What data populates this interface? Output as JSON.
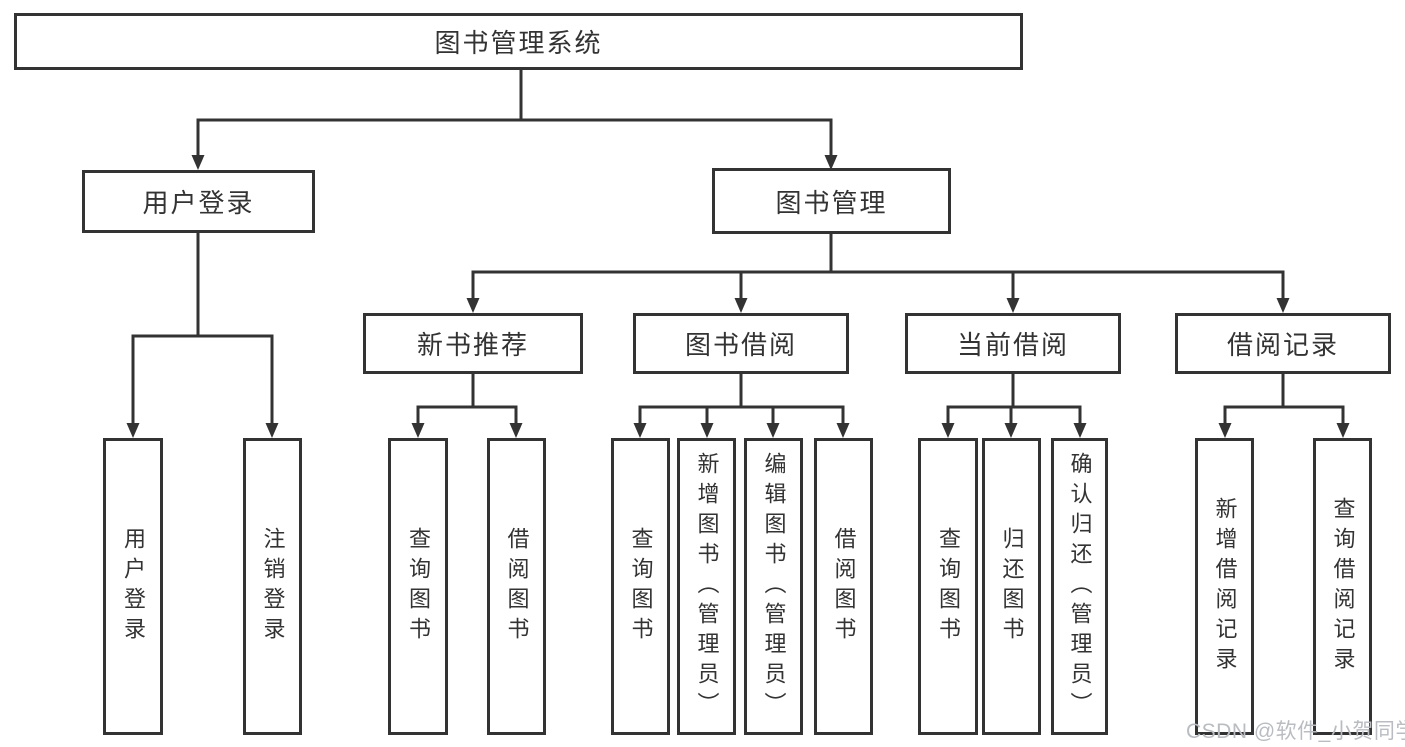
{
  "diagram": {
    "title": "图书管理系统",
    "watermark": "CSDN @软件_小贺同学",
    "colors": {
      "background": "#ffffff",
      "box_fill": "#ffffff",
      "box_border": "#333333",
      "line": "#333333",
      "text": "#333333",
      "watermark": "#b9bcc1"
    },
    "nodes": [
      {
        "id": "root",
        "label": "图书管理系统",
        "level": 1,
        "parent": null
      },
      {
        "id": "user-login",
        "label": "用户登录",
        "level": 2,
        "parent": "root"
      },
      {
        "id": "book-management",
        "label": "图书管理",
        "level": 2,
        "parent": "root"
      },
      {
        "id": "new-book-recommend",
        "label": "新书推荐",
        "level": 3,
        "parent": "book-management"
      },
      {
        "id": "book-borrow",
        "label": "图书借阅",
        "level": 3,
        "parent": "book-management"
      },
      {
        "id": "current-borrow",
        "label": "当前借阅",
        "level": 3,
        "parent": "book-management"
      },
      {
        "id": "borrow-records",
        "label": "借阅记录",
        "level": 3,
        "parent": "book-management"
      },
      {
        "id": "leaf-user-login",
        "label": "用户登录",
        "level": 4,
        "parent": "user-login"
      },
      {
        "id": "leaf-logout",
        "label": "注销登录",
        "level": 4,
        "parent": "user-login"
      },
      {
        "id": "leaf-query-books-1",
        "label": "查询图书",
        "level": 4,
        "parent": "new-book-recommend"
      },
      {
        "id": "leaf-borrow-books-1",
        "label": "借阅图书",
        "level": 4,
        "parent": "new-book-recommend"
      },
      {
        "id": "leaf-query-books-2",
        "label": "查询图书",
        "level": 4,
        "parent": "book-borrow"
      },
      {
        "id": "leaf-add-books",
        "label": "新增图书（管理员）",
        "level": 4,
        "parent": "book-borrow"
      },
      {
        "id": "leaf-edit-books",
        "label": "编辑图书（管理员）",
        "level": 4,
        "parent": "book-borrow"
      },
      {
        "id": "leaf-borrow-books-2",
        "label": "借阅图书",
        "level": 4,
        "parent": "book-borrow"
      },
      {
        "id": "leaf-query-books-3",
        "label": "查询图书",
        "level": 4,
        "parent": "current-borrow"
      },
      {
        "id": "leaf-return-books",
        "label": "归还图书",
        "level": 4,
        "parent": "current-borrow"
      },
      {
        "id": "leaf-confirm-return",
        "label": "确认归还（管理员）",
        "level": 4,
        "parent": "current-borrow"
      },
      {
        "id": "leaf-add-borrow-record",
        "label": "新增借阅记录",
        "level": 4,
        "parent": "borrow-records"
      },
      {
        "id": "leaf-query-borrow-record",
        "label": "查询借阅记录",
        "level": 4,
        "parent": "borrow-records"
      }
    ]
  }
}
